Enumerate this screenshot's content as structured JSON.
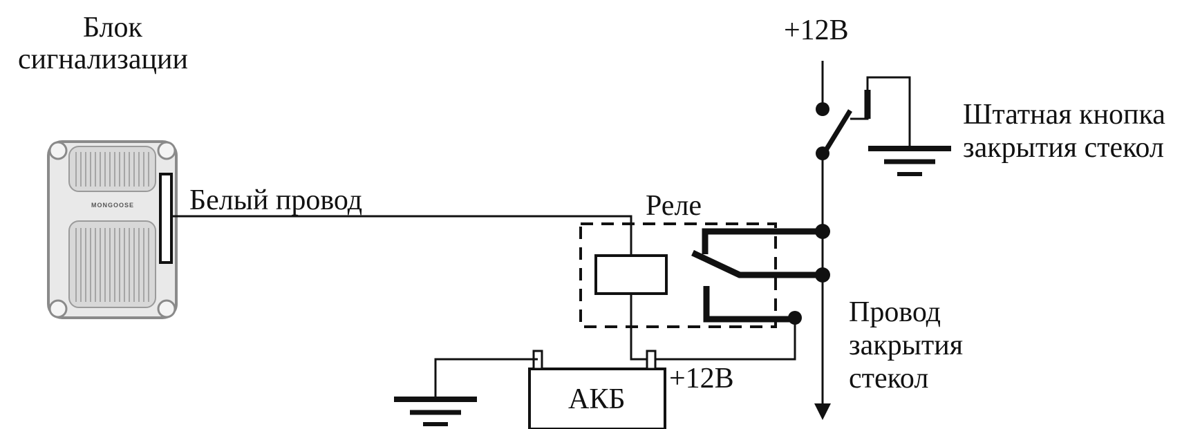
{
  "labels": {
    "alarm_unit_line1": "Блок",
    "alarm_unit_line2": "сигнализации",
    "supply_top": "+12В",
    "oem_button_line1": "Штатная кнопка",
    "oem_button_line2": "закрытия стекол",
    "white_wire": "Белый провод",
    "relay": "Реле",
    "close_wire_line1": "Провод",
    "close_wire_line2": "закрытия",
    "close_wire_line3": "стекол",
    "battery": "АКБ",
    "supply_battery": "+12В",
    "unit_brand": "MONGOOSE"
  },
  "colors": {
    "stroke": "#111111",
    "unit_body": "#e6e6e6",
    "unit_outline": "#8a8a8a"
  }
}
